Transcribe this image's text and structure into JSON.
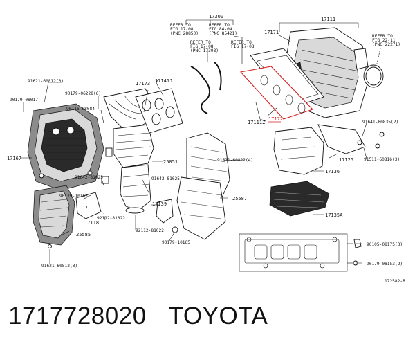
{
  "part_number": "1717728020",
  "brand": "TOYOTA",
  "diagram_id": "172582-B",
  "callouts": {
    "p17300": "17300",
    "p17111": "17111",
    "p17171": "17171",
    "p17173": "17173",
    "p17141J": "17141J",
    "p17111Z": "17111Z",
    "p17172": "17172",
    "p17167": "17167",
    "p25051": "25051",
    "p25587": "25587",
    "p25585": "25585",
    "p17139": "17139",
    "p17118": "17118",
    "p17125": "17125",
    "p17136": "17136",
    "p17135A": "17135A",
    "b91621_60812_top": "91621-60812(3)",
    "b90179_08017": "90179-08017",
    "b90179_06228": "90179-06228(6)",
    "b90116_08084": "90116-08084",
    "b91642_81025_l": "91642-81025",
    "b90179_10165_l": "90179-10165",
    "b92112_81022_a": "92112-81022",
    "b91642_81025_r": "91642-81025",
    "b92112_81022_b": "92112-81022",
    "b90179_10165_r": "90179-10165",
    "b91621_60822": "91621-60822(4)",
    "b91641_80835": "91641-80835(2)",
    "b91511_60816": "91511-60816(3)",
    "b91621_60812_bot": "91621-60812(3)",
    "b90105_08175": "90105-08175(3)",
    "b90179_08153": "90179-08153(2)"
  },
  "refs": {
    "r1": [
      "REFER TO",
      "FIG 17-08",
      "(PNC 28850)"
    ],
    "r2": [
      "REFER TO",
      "FIG 84-04",
      "(PNC 85421)"
    ],
    "r3": [
      "REFER TO",
      "FIG 17-08",
      "(PNC 17308)"
    ],
    "r4": [
      "REFER TO",
      "FIG 17-08"
    ],
    "r5": [
      "REFER TO",
      "FIG 22-11",
      "(PNC 22271)"
    ]
  },
  "colors": {
    "highlight": "#d42020",
    "ink": "#111111"
  }
}
